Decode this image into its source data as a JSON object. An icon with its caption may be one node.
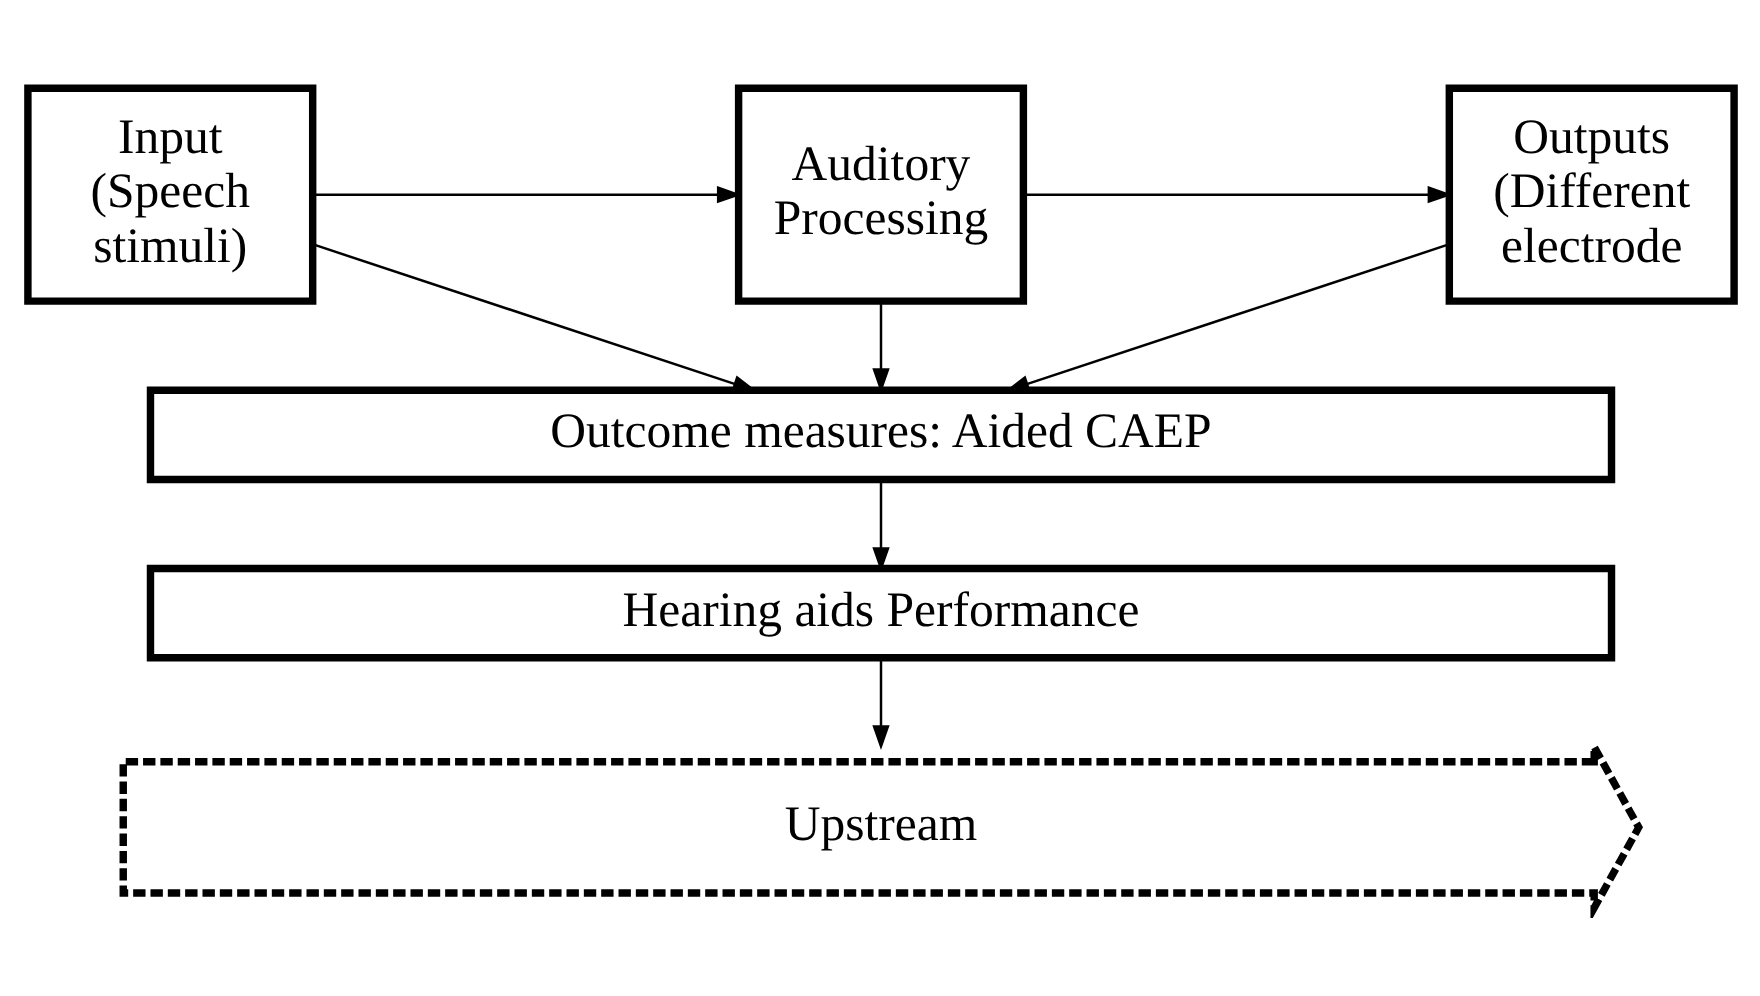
{
  "diagram": {
    "nodes": [
      {
        "text": [
          "Input (Speech stimuli)"
        ]
      },
      {
        "text": [
          "Auditory Processing"
        ]
      },
      {
        "text": [
          "Outputs (Different electrode"
        ]
      },
      {
        "text": [
          "Outcome measures: Aided CAEP"
        ]
      },
      {
        "text": [
          "Hearing aids Performance"
        ]
      },
      {
        "text": [
          "Upstream"
        ]
      }
    ],
    "edges": [
      {
        "from": 0,
        "to": 1,
        "arrow": "to"
      },
      {
        "from": 1,
        "to": 2,
        "arrow": "to"
      },
      {
        "from": 0,
        "to": 3,
        "arrow": "to"
      },
      {
        "from": 1,
        "to": 3,
        "arrow": "to"
      },
      {
        "from": 2,
        "to": 3,
        "arrow": "to"
      },
      {
        "from": 3,
        "to": 4,
        "arrow": "to"
      },
      {
        "from": 4,
        "to": 5,
        "arrow": "to"
      }
    ]
  }
}
